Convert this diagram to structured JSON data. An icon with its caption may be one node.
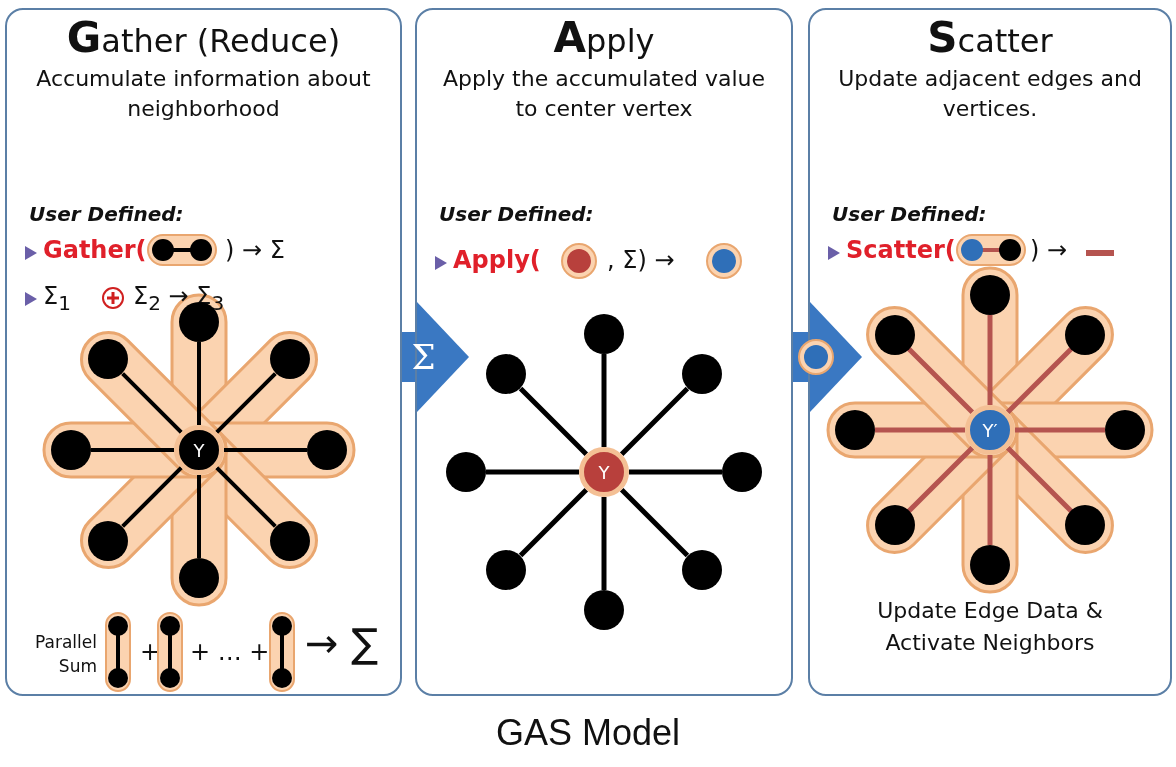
{
  "diagram": {
    "caption": "GAS Model",
    "nodes": [
      {
        "text": [
          "Gather (Reduce)",
          "Accumulate information about neighborhood"
        ]
      },
      {
        "text": [
          "Y"
        ],
        "in": 0
      },
      {
        "text": [],
        "shape": "circle",
        "in": 0
      },
      {
        "text": [],
        "shape": "circle",
        "in": 0
      },
      {
        "text": [],
        "shape": "circle",
        "in": 0
      },
      {
        "text": [],
        "shape": "circle",
        "in": 0
      },
      {
        "text": [],
        "shape": "circle",
        "in": 0
      },
      {
        "text": [],
        "shape": "circle",
        "in": 0
      },
      {
        "text": [],
        "shape": "circle",
        "in": 0
      },
      {
        "text": [],
        "shape": "circle",
        "in": 0
      },
      {
        "text": [
          "Apply",
          "Apply the accumulated value to center vertex"
        ]
      },
      {
        "text": [
          "Y"
        ],
        "in": 10
      },
      {
        "text": [],
        "shape": "circle",
        "in": 10
      },
      {
        "text": [],
        "shape": "circle",
        "in": 10
      },
      {
        "text": [],
        "shape": "circle",
        "in": 10
      },
      {
        "text": [],
        "shape": "circle",
        "in": 10
      },
      {
        "text": [],
        "shape": "circle",
        "in": 10
      },
      {
        "text": [],
        "shape": "circle",
        "in": 10
      },
      {
        "text": [],
        "shape": "circle",
        "in": 10
      },
      {
        "text": [],
        "shape": "circle",
        "in": 10
      },
      {
        "text": [
          "Scatter",
          "Update adjacent edges and vertices.",
          "Update Edge Data & Activate Neighbors"
        ]
      },
      {
        "text": [
          "Y′"
        ],
        "in": 20
      },
      {
        "text": [],
        "shape": "circle",
        "in": 20
      },
      {
        "text": [],
        "shape": "circle",
        "in": 20
      },
      {
        "text": [],
        "shape": "circle",
        "in": 20
      },
      {
        "text": [],
        "shape": "circle",
        "in": 20
      },
      {
        "text": [],
        "shape": "circle",
        "in": 20
      },
      {
        "text": [],
        "shape": "circle",
        "in": 20
      },
      {
        "text": [],
        "shape": "circle",
        "in": 20
      },
      {
        "text": [],
        "shape": "circle",
        "in": 20
      }
    ],
    "edges": [
      {
        "from": 0,
        "to": 10,
        "arrow": "to",
        "label": "Σ",
        "style": "thick",
        "color": "#3a78c2"
      },
      {
        "from": 10,
        "to": 20,
        "arrow": "to",
        "style": "thick",
        "color": "#3a78c2"
      },
      {
        "from": 1,
        "to": 2,
        "arrow": "none"
      },
      {
        "from": 1,
        "to": 3,
        "arrow": "none"
      },
      {
        "from": 1,
        "to": 4,
        "arrow": "none"
      },
      {
        "from": 1,
        "to": 5,
        "arrow": "none"
      },
      {
        "from": 1,
        "to": 6,
        "arrow": "none"
      },
      {
        "from": 1,
        "to": 7,
        "arrow": "none"
      },
      {
        "from": 1,
        "to": 8,
        "arrow": "none"
      },
      {
        "from": 1,
        "to": 9,
        "arrow": "none"
      },
      {
        "from": 11,
        "to": 12,
        "arrow": "none",
        "color": "#000000"
      },
      {
        "from": 11,
        "to": 13,
        "arrow": "none",
        "color": "#000000"
      },
      {
        "from": 11,
        "to": 14,
        "arrow": "none",
        "color": "#000000"
      },
      {
        "from": 11,
        "to": 15,
        "arrow": "none",
        "color": "#000000"
      },
      {
        "from": 11,
        "to": 16,
        "arrow": "none",
        "color": "#000000"
      },
      {
        "from": 11,
        "to": 17,
        "arrow": "none",
        "color": "#000000"
      },
      {
        "from": 11,
        "to": 18,
        "arrow": "none",
        "color": "#000000"
      },
      {
        "from": 11,
        "to": 19,
        "arrow": "none",
        "color": "#000000"
      },
      {
        "from": 21,
        "to": 22,
        "arrow": "none",
        "color": "#b5544f"
      },
      {
        "from": 21,
        "to": 23,
        "arrow": "none",
        "color": "#b5544f"
      },
      {
        "from": 21,
        "to": 24,
        "arrow": "none",
        "color": "#b5544f"
      },
      {
        "from": 21,
        "to": 25,
        "arrow": "none",
        "color": "#b5544f"
      },
      {
        "from": 21,
        "to": 26,
        "arrow": "none",
        "color": "#b5544f"
      },
      {
        "from": 21,
        "to": 27,
        "arrow": "none",
        "color": "#b5544f"
      },
      {
        "from": 21,
        "to": 28,
        "arrow": "none",
        "color": "#b5544f"
      },
      {
        "from": 21,
        "to": 29,
        "arrow": "none",
        "color": "#b5544f"
      }
    ],
    "labels": [
      "User Defined:",
      "Gather(",
      ") → Σ",
      "Σ$_{1}$",
      "Σ$_{2}$ → Σ$_{3}$",
      "Parallel Sum",
      "+",
      "+ … +",
      "→ ∑",
      "User Defined:",
      "Apply(",
      ", Σ) →",
      "User Defined:",
      "Scatter(",
      ") →"
    ]
  }
}
